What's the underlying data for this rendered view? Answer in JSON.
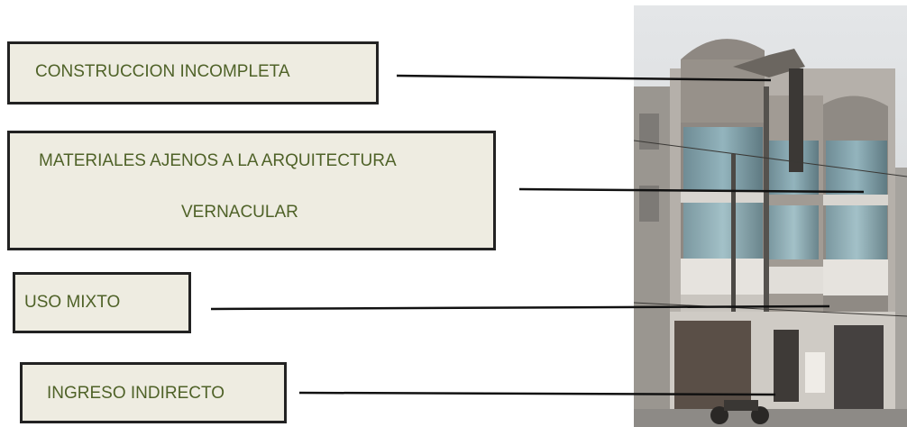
{
  "callouts": [
    {
      "id": "construction",
      "lines": [
        "CONSTRUCCION INCOMPLETA"
      ]
    },
    {
      "id": "materials",
      "lines": [
        "MATERIALES AJENOS A LA ARQUITECTURA",
        "VERNACULAR"
      ]
    },
    {
      "id": "use",
      "lines": [
        "USO MIXTO"
      ]
    },
    {
      "id": "entrance",
      "lines": [
        "INGRESO INDIRECTO"
      ]
    }
  ],
  "colors": {
    "box_fill": "#eeece1",
    "box_border": "#222222",
    "label_text": "#4f6228",
    "leader_line": "#111111"
  }
}
